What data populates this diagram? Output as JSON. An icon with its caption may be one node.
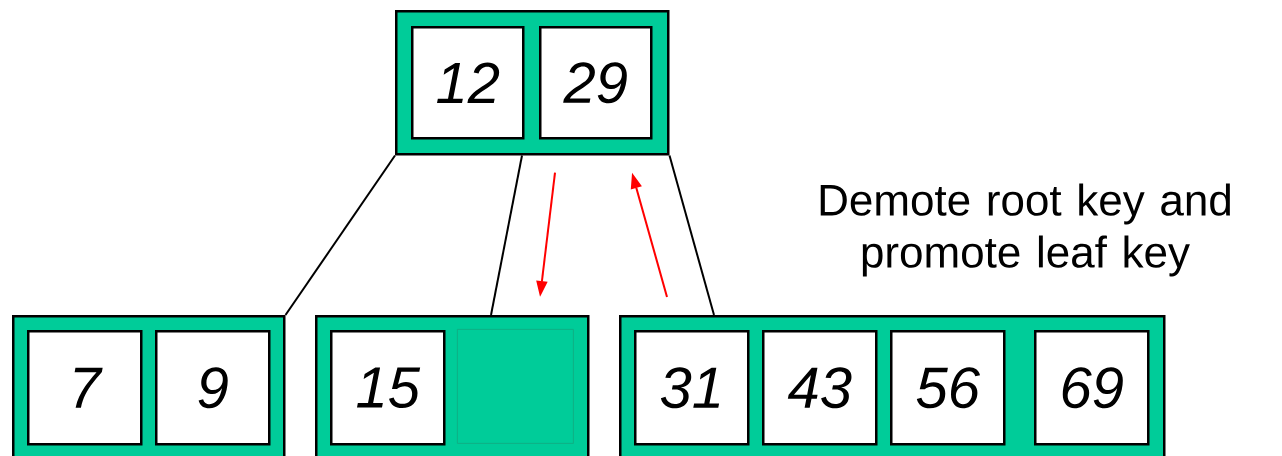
{
  "diagram": {
    "nodes": [
      {
        "text": [],
        "shape": "box"
      },
      {
        "text": [
          "12"
        ],
        "in": 0
      },
      {
        "text": [
          "29"
        ],
        "in": 0
      },
      {
        "text": [],
        "shape": "box"
      },
      {
        "text": [
          "7"
        ],
        "in": 3
      },
      {
        "text": [
          "9"
        ],
        "in": 3
      },
      {
        "text": [],
        "shape": "box"
      },
      {
        "text": [
          "15"
        ],
        "in": 6
      },
      {
        "text": [],
        "shape": "box",
        "in": 6
      },
      {
        "text": [],
        "shape": "box"
      },
      {
        "text": [
          "31"
        ],
        "in": 9
      },
      {
        "text": [
          "43"
        ],
        "in": 9
      },
      {
        "text": [
          "56"
        ],
        "in": 9
      },
      {
        "text": [
          "69"
        ],
        "in": 9
      }
    ],
    "edges": [
      {
        "from": 0,
        "to": 3,
        "arrow": "none"
      },
      {
        "from": 0,
        "to": 6,
        "arrow": "none"
      },
      {
        "from": 0,
        "to": 9,
        "arrow": "none"
      },
      {
        "from": 2,
        "to": 8,
        "arrow": "to",
        "color": "#ff0000"
      },
      {
        "from": 9,
        "to": 2,
        "arrow": "to",
        "color": "#ff0000"
      }
    ],
    "labels": [
      "Demote root key and promote leaf key"
    ]
  }
}
